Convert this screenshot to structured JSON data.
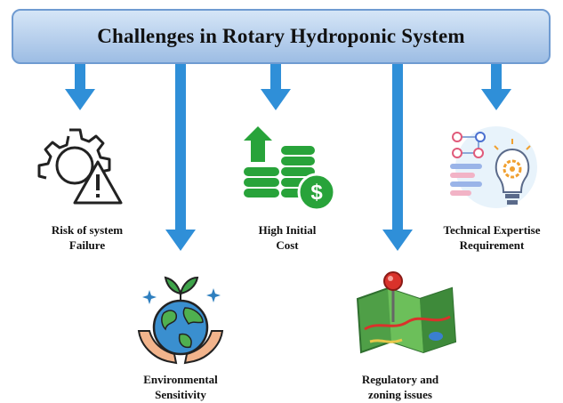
{
  "title": "Challenges in Rotary Hydroponic System",
  "colors": {
    "banner_top": "#d6e6f7",
    "banner_bottom": "#9dbde4",
    "banner_border": "#6f9bd1",
    "arrow": "#2f8fd8",
    "money_green": "#28a33a",
    "earth_blue": "#3a8fcf"
  },
  "items": [
    {
      "label": "Risk of system\nFailure",
      "icon": "gear-warning-icon"
    },
    {
      "label": "Environmental\nSensitivity",
      "icon": "earth-hands-plant-icon"
    },
    {
      "label": "High Initial\nCost",
      "icon": "money-coins-icon"
    },
    {
      "label": "Regulatory and\nzoning issues",
      "icon": "map-pin-icon"
    },
    {
      "label": "Technical Expertise\nRequirement",
      "icon": "lightbulb-gear-icon"
    }
  ]
}
